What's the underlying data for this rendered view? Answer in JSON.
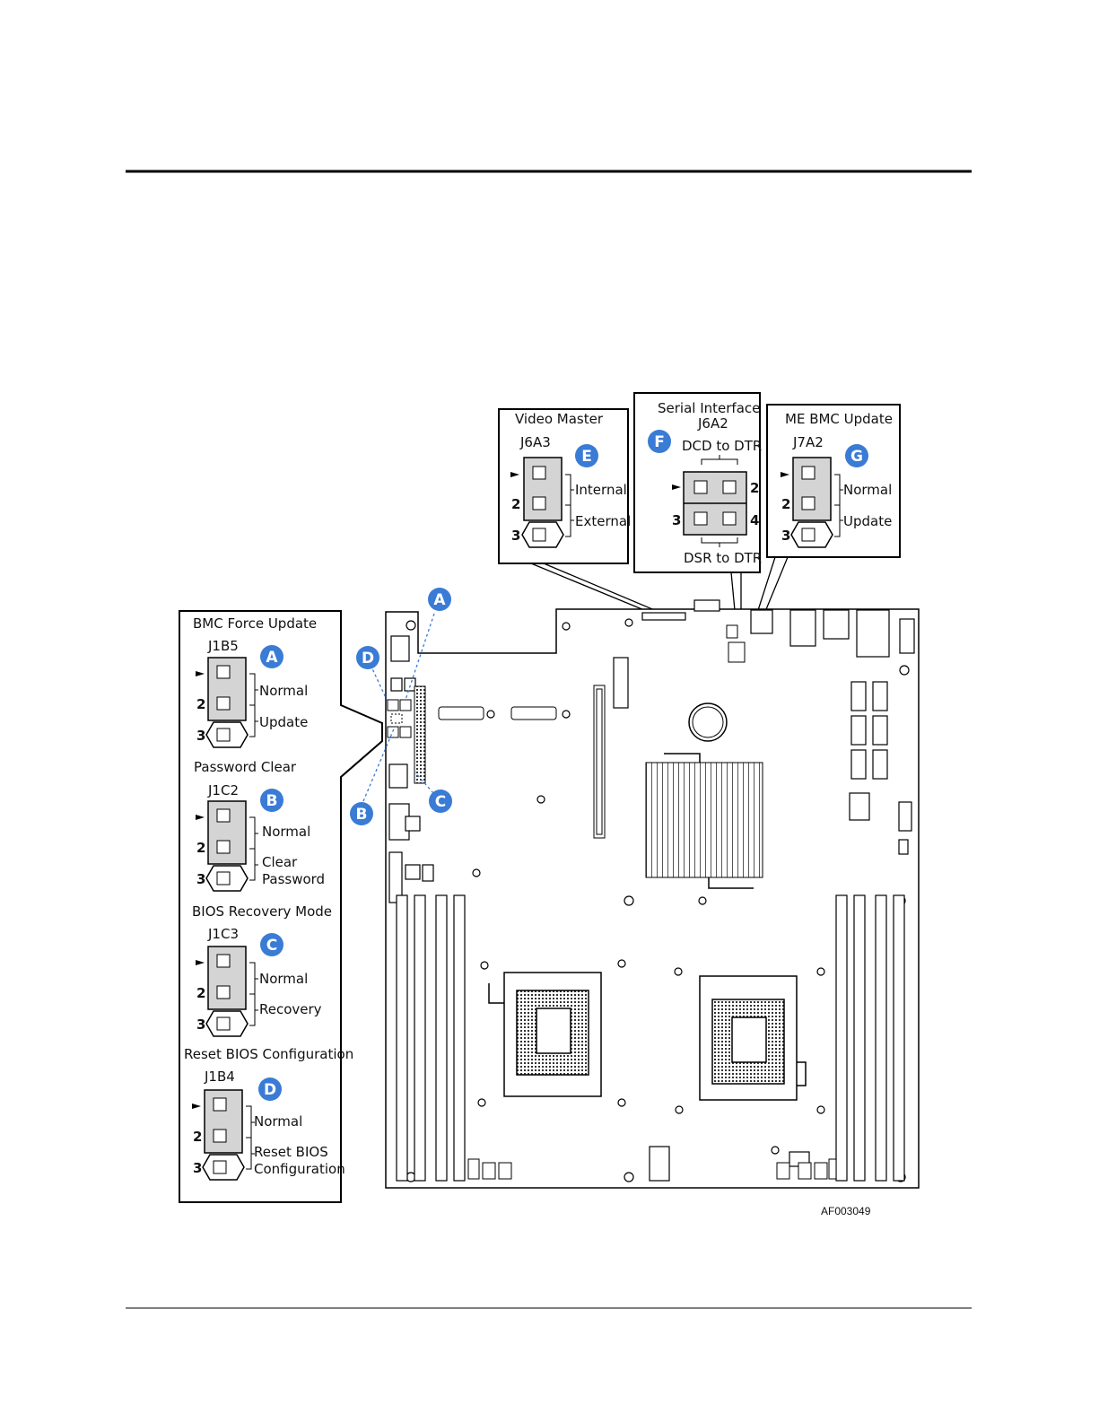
{
  "figure_id": "AF003049",
  "badge_color": "#3a7bd5",
  "panels": {
    "video_master": {
      "title": "Video Master",
      "connector": "J6A3",
      "badge": "E",
      "option1": "Internal",
      "option2": "External",
      "pin_mid": "2",
      "pin_bot": "3"
    },
    "serial_interface": {
      "title": "Serial Interface",
      "connector": "J6A2",
      "badge": "F",
      "top_label": "DCD to DTR",
      "bottom_label": "DSR to DTR",
      "pin_tr": "2",
      "pin_bl": "3",
      "pin_br": "4"
    },
    "me_bmc_update": {
      "title": "ME BMC Update",
      "connector": "J7A2",
      "badge": "G",
      "option1": "Normal",
      "option2": "Update",
      "pin_mid": "2",
      "pin_bot": "3"
    },
    "bmc_force_update": {
      "title": "BMC Force Update",
      "connector": "J1B5",
      "badge": "A",
      "option1": "Normal",
      "option2": "Update",
      "pin_mid": "2",
      "pin_bot": "3"
    },
    "password_clear": {
      "title": "Password Clear",
      "connector": "J1C2",
      "badge": "B",
      "option1": "Normal",
      "option2_line1": "Clear",
      "option2_line2": "Password",
      "pin_mid": "2",
      "pin_bot": "3"
    },
    "bios_recovery": {
      "title": "BIOS Recovery Mode",
      "connector": "J1C3",
      "badge": "C",
      "option1": "Normal",
      "option2": "Recovery",
      "pin_mid": "2",
      "pin_bot": "3"
    },
    "reset_bios": {
      "title": "Reset BIOS Configuration",
      "connector": "J1B4",
      "badge": "D",
      "option1": "Normal",
      "option2_line1": "Reset BIOS",
      "option2_line2": "Configuration",
      "pin_mid": "2",
      "pin_bot": "3"
    }
  },
  "board_callouts": {
    "a": "A",
    "b": "B",
    "c": "C",
    "d": "D"
  }
}
